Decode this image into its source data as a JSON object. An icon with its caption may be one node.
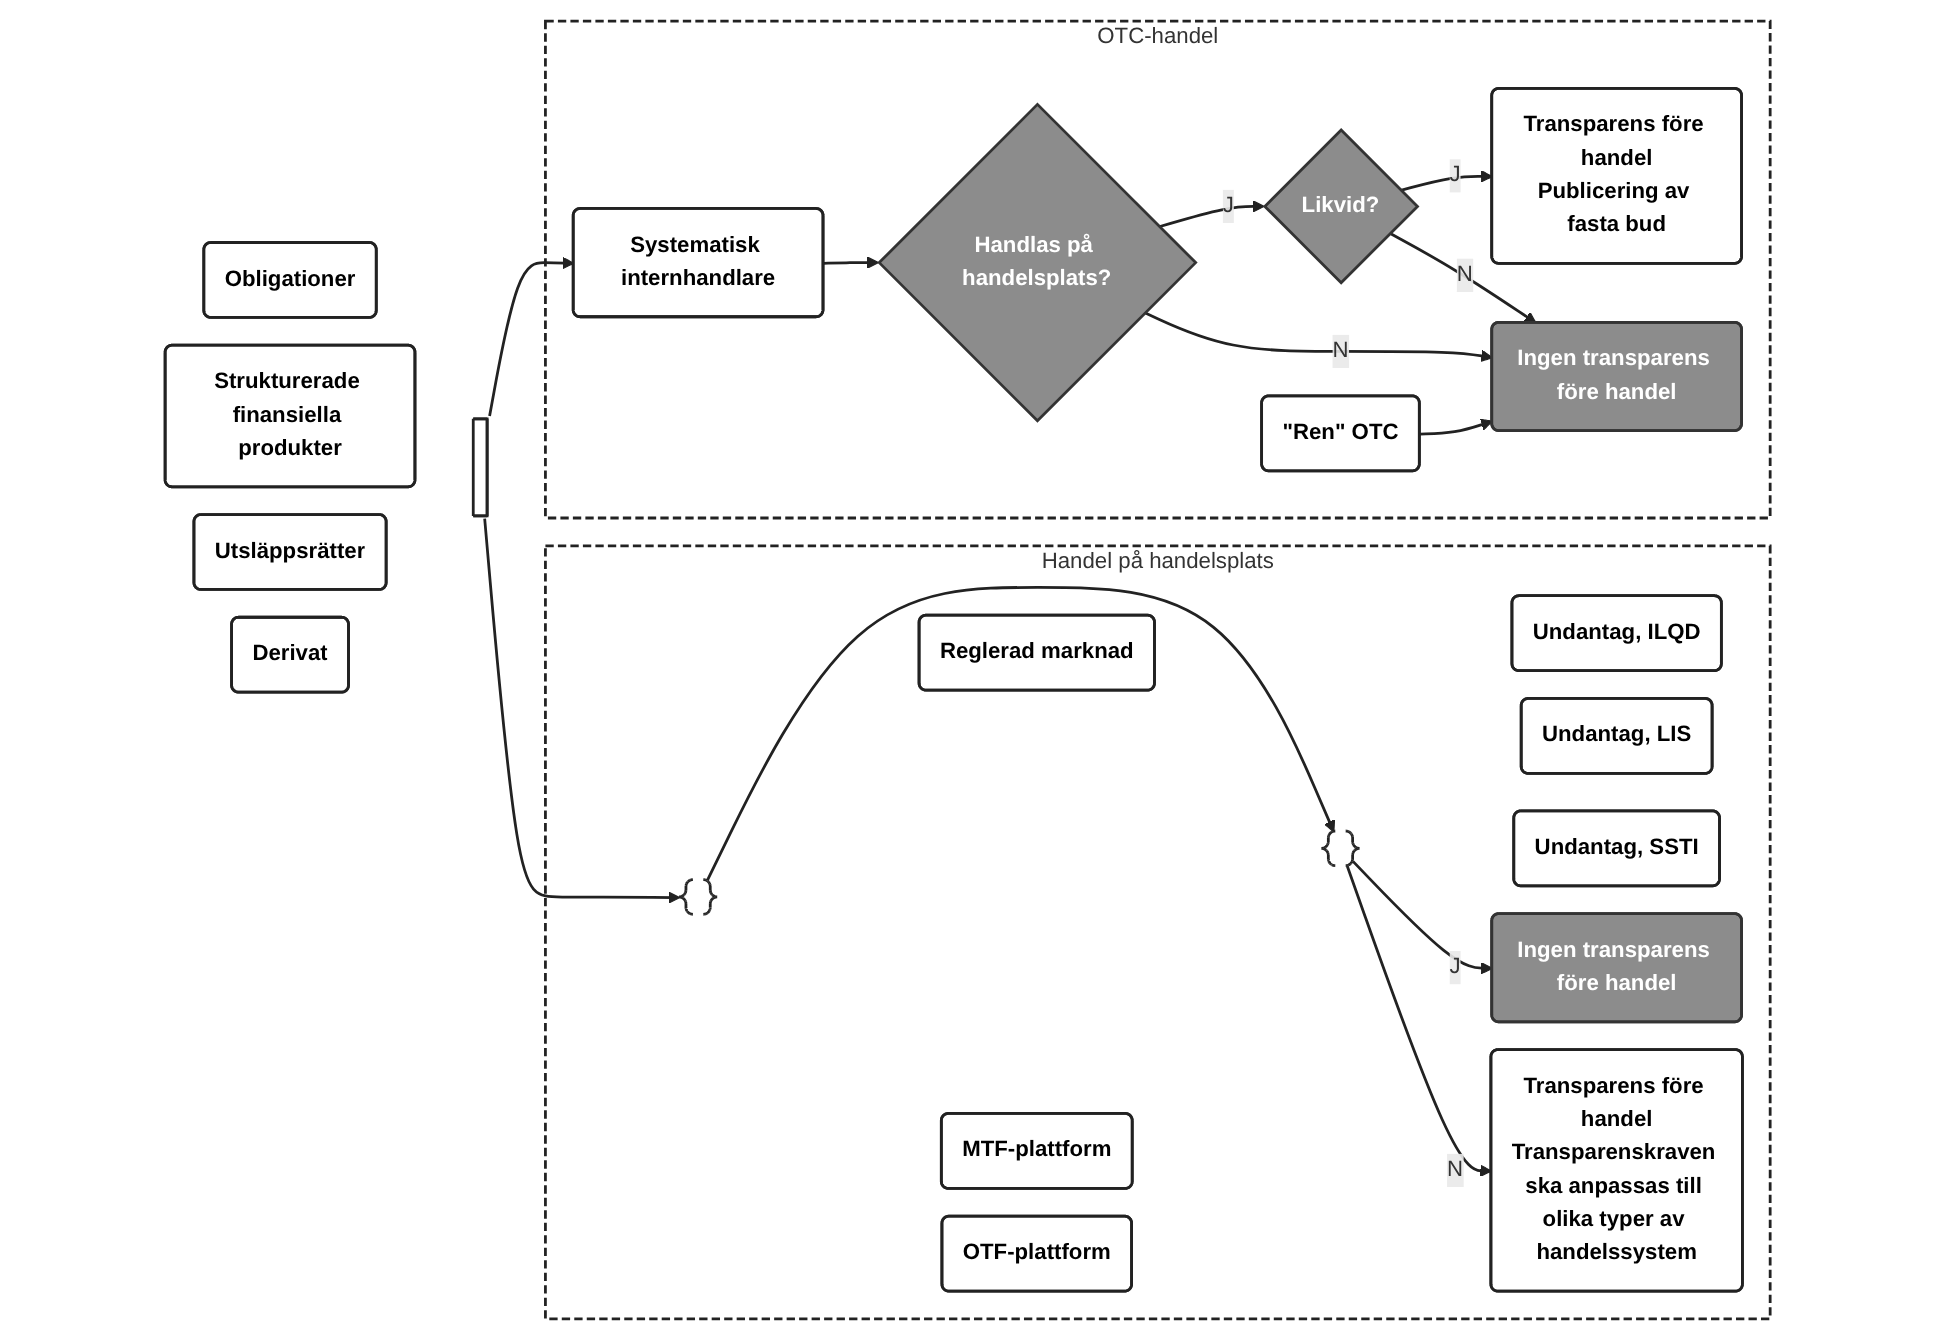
{
  "diagram": {
    "nodes": [
      {
        "text": [
          "Obligationer"
        ]
      },
      {
        "text": [
          "Strukturerade finansiella produkter"
        ]
      },
      {
        "text": [
          "Utsläppsrätter"
        ]
      },
      {
        "text": [
          "Derivat"
        ]
      },
      {
        "text": [],
        "shape": "bar"
      },
      {
        "text": [
          "Handel på handelsplats"
        ]
      },
      {
        "text": [
          "Reglerad marknad"
        ],
        "in": 5
      },
      {
        "text": [
          "MTF-plattform"
        ],
        "in": 5
      },
      {
        "text": [
          "OTF-plattform"
        ],
        "in": 5
      },
      {
        "text": [],
        "shape": "bracket",
        "in": 5
      },
      {
        "text": [],
        "shape": "bracket",
        "in": 5
      },
      {
        "text": [
          "Undantag, ILQD"
        ],
        "in": 5
      },
      {
        "text": [
          "Undantag, LIS"
        ],
        "in": 5
      },
      {
        "text": [
          "Undantag, SSTI"
        ],
        "in": 5
      },
      {
        "text": [
          "Ingen transparens före handel"
        ],
        "in": 5
      },
      {
        "text": [
          "Transparens före handel",
          "Transparenskraven ska anpassas till olika typer av handelssystem"
        ],
        "in": 5
      },
      {
        "text": [
          "OTC-handel"
        ]
      },
      {
        "text": [
          "Systematisk internhandlare"
        ],
        "in": 16
      },
      {
        "text": [
          "\"Ren\" OTC"
        ],
        "in": 16
      },
      {
        "text": [
          "Handlas på handelsplats?"
        ],
        "in": 16
      },
      {
        "text": [
          "Likvid?"
        ],
        "in": 16
      },
      {
        "text": [
          "Transparens före handel",
          "Publicering av fasta bud"
        ],
        "in": 16
      },
      {
        "text": [
          "Ingen transparens före handel"
        ],
        "in": 16
      }
    ],
    "edges": [
      {
        "from": 4,
        "to": 9,
        "arrow": "to"
      },
      {
        "from": 4,
        "to": 17,
        "arrow": "to"
      },
      {
        "from": 9,
        "to": 10,
        "arrow": "to"
      },
      {
        "from": 10,
        "to": 14,
        "label": "J",
        "arrow": "to"
      },
      {
        "from": 10,
        "to": 15,
        "label": "N",
        "arrow": "to"
      },
      {
        "from": 17,
        "to": 19,
        "arrow": "to"
      },
      {
        "from": 19,
        "to": 20,
        "label": "J",
        "arrow": "to"
      },
      {
        "from": 20,
        "to": 21,
        "label": "J",
        "arrow": "to"
      },
      {
        "from": 20,
        "to": 22,
        "label": "N",
        "arrow": "to"
      },
      {
        "from": 19,
        "to": 22,
        "label": "N",
        "arrow": "to"
      },
      {
        "from": 18,
        "to": 22,
        "arrow": "to"
      }
    ]
  }
}
